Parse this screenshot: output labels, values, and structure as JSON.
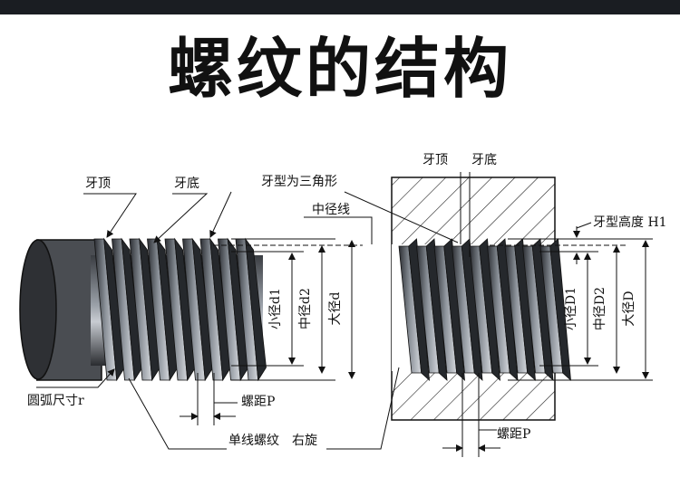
{
  "title": "螺纹的结构",
  "labels": {
    "crest_left": "牙顶",
    "root_left": "牙底",
    "triangle": "牙型为三角形",
    "pitch_line": "中径线",
    "crest_right": "牙顶",
    "root_right": "牙底",
    "height": "牙型高度 H1",
    "radius": "圆弧尺寸r",
    "pitch_left": "螺距P",
    "single": "单线螺纹",
    "right_hand": "右旋",
    "pitch_right": "螺距P",
    "minor_d1": "小径d1",
    "mid_d2": "中径d2",
    "major_d": "大径d",
    "minor_D1": "小径D1",
    "mid_D2": "中径D2",
    "major_D": "大径D"
  }
}
